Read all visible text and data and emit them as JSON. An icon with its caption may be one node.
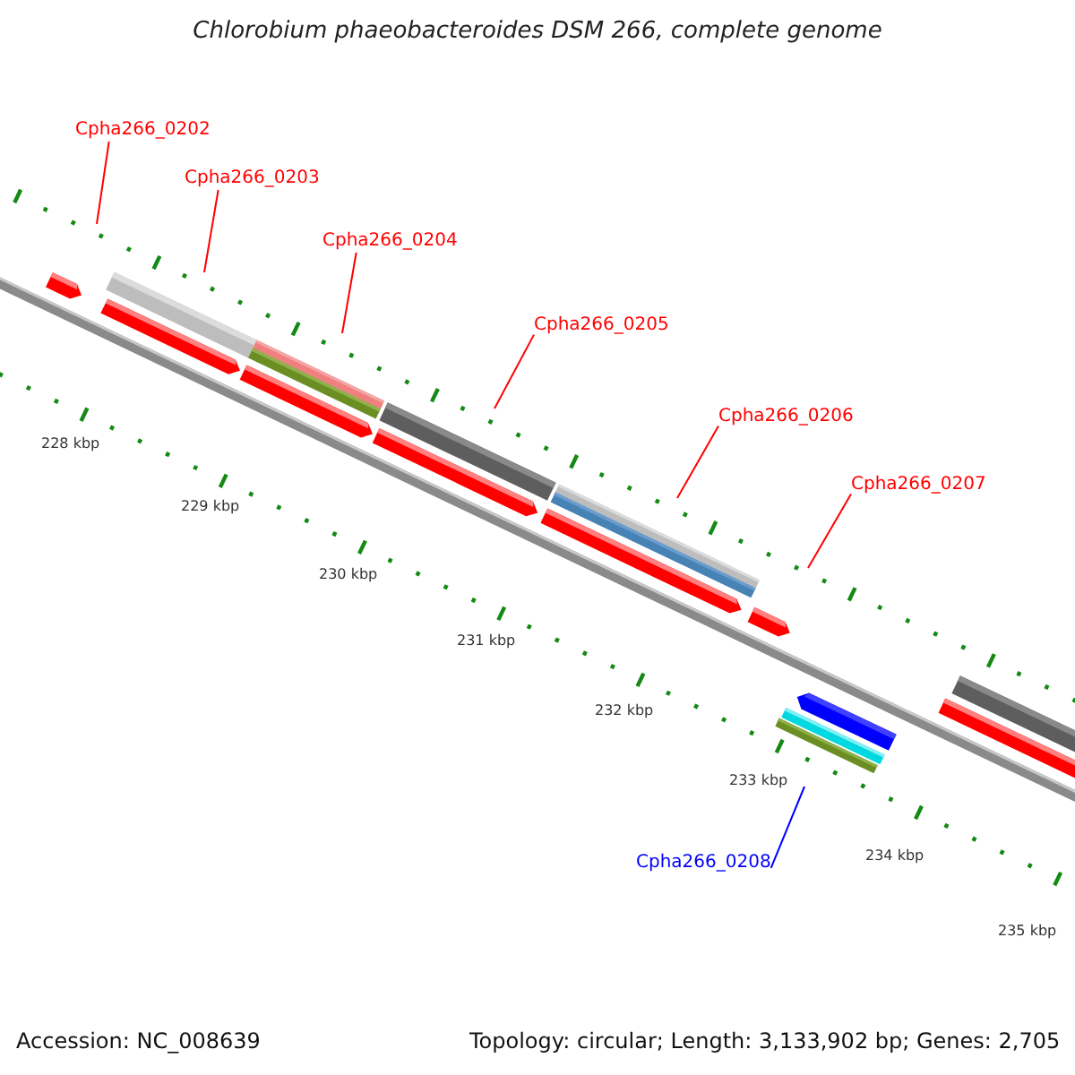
{
  "diagram": {
    "title": "Chlorobium phaeobacteroides DSM 266, complete genome",
    "nodes": [
      {
        "text": [
          "Cpha266_0202"
        ]
      },
      {
        "text": [
          "Cpha266_0203"
        ]
      },
      {
        "text": [
          "Cpha266_0204"
        ]
      },
      {
        "text": [
          "Cpha266_0205"
        ]
      },
      {
        "text": [
          "Cpha266_0206"
        ]
      },
      {
        "text": [
          "Cpha266_0207"
        ]
      },
      {
        "text": [
          "Cpha266_0208"
        ]
      }
    ],
    "edges": [
      {
        "from": 0,
        "to": null,
        "arrow": "none"
      },
      {
        "from": 1,
        "to": null,
        "arrow": "none"
      },
      {
        "from": 2,
        "to": null,
        "arrow": "none"
      },
      {
        "from": 3,
        "to": null,
        "arrow": "none"
      },
      {
        "from": 4,
        "to": null,
        "arrow": "none"
      },
      {
        "from": 5,
        "to": null,
        "arrow": "none"
      },
      {
        "from": 6,
        "to": null,
        "arrow": "none",
        "color": "#0000ff"
      }
    ],
    "labels": [
      "228 kbp",
      "229 kbp",
      "230 kbp",
      "231 kbp",
      "232 kbp",
      "233 kbp",
      "234 kbp",
      "235 kbp",
      "Accession: NC_008639",
      "Topology: circular; Length: 3,133,902 bp; Genes: 2,705"
    ]
  }
}
